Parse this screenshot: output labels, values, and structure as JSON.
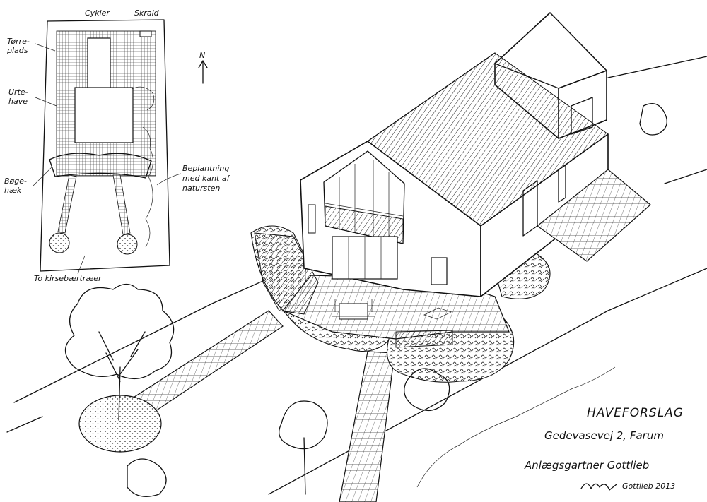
{
  "plan": {
    "labels": {
      "cykler": "Cykler",
      "skrald": "Skrald",
      "north": "N",
      "torreplads": [
        "Tørre-",
        "plads"
      ],
      "urtehave": [
        "Urte-",
        "have"
      ],
      "beplantning": [
        "Beplantning",
        "med kant af",
        "natursten"
      ],
      "boldhjorne": [
        "Bøge-",
        "hæk"
      ],
      "kirsebaer": "To kirsebærtræer"
    }
  },
  "titleblock": {
    "title": "HAVEFORSLAG",
    "address": "Gedevasevej 2, Farum",
    "designer": "Anlægsgartner Gottlieb",
    "signature": "Gottlieb 2013"
  }
}
